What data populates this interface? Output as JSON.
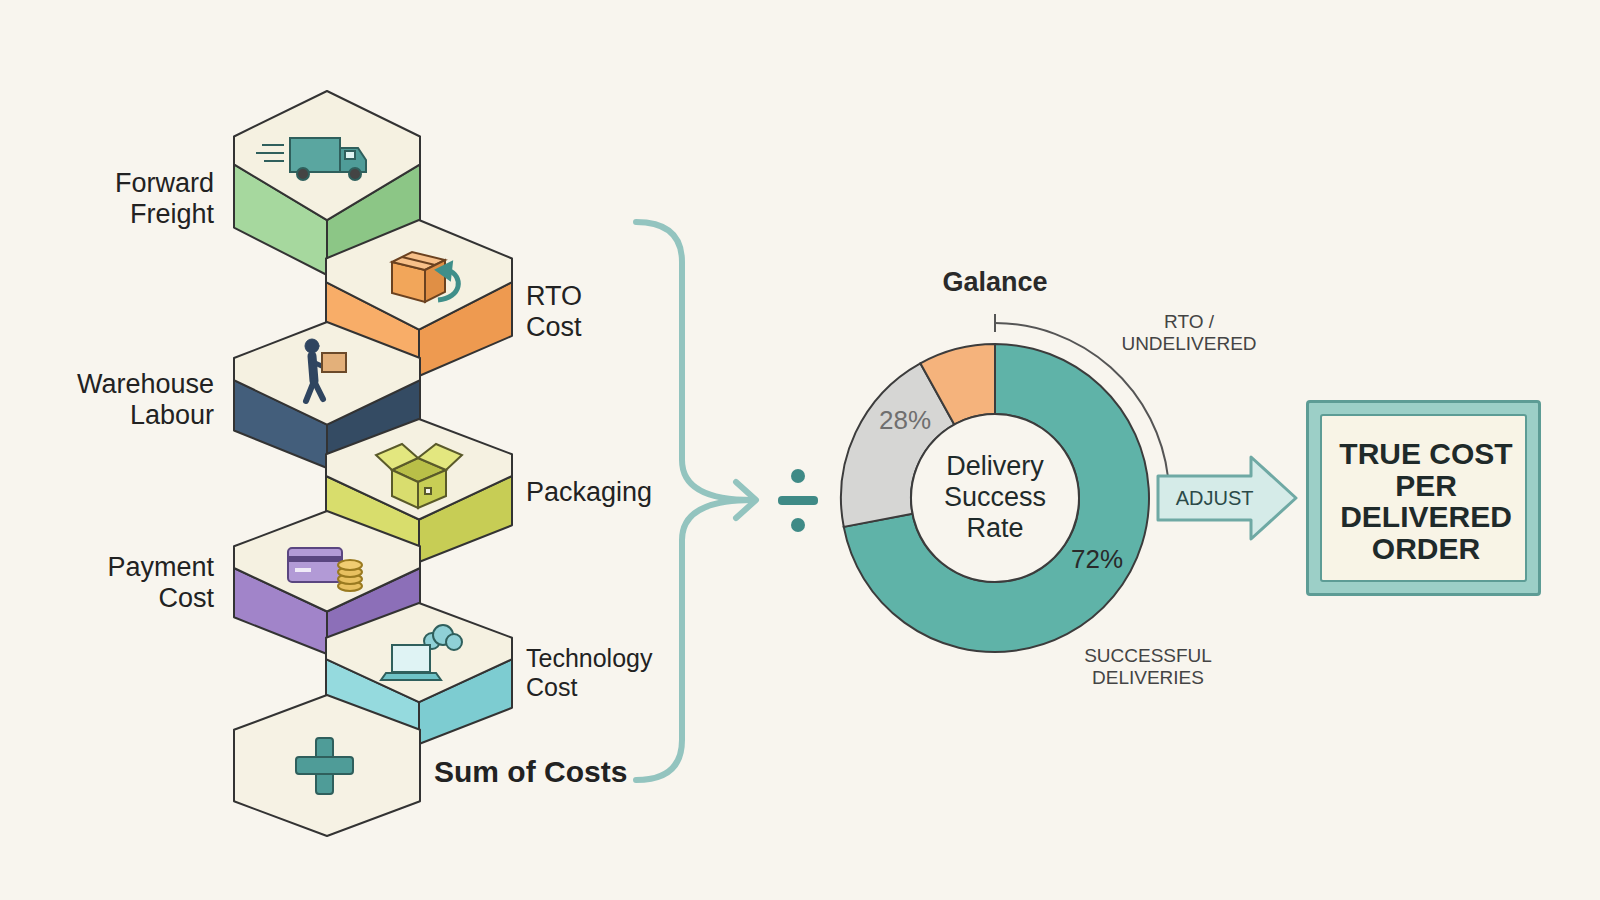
{
  "diagram": {
    "nodes": [
      {
        "text": [
          "Forward Freight"
        ]
      },
      {
        "text": [
          "RTO Cost"
        ]
      },
      {
        "text": [
          "Warehouse Labour"
        ]
      },
      {
        "text": [
          "Packaging"
        ]
      },
      {
        "text": [
          "Payment Cost"
        ]
      },
      {
        "text": [
          "Technology Cost"
        ]
      },
      {
        "text": [
          "Sum of Costs"
        ]
      },
      {
        "text": [
          "Delivery Success Rate"
        ]
      },
      {
        "text": [
          "TRUE COST PER DELIVERED ORDER"
        ]
      }
    ],
    "edges": [
      {
        "from": 7,
        "to": 8,
        "arrow": "to",
        "label": "ADJUST"
      }
    ],
    "labels": [
      "Galance",
      "RTO / UNDELIVERED",
      "28%",
      "72%",
      "SUCCESSFUL DELIVERIES"
    ]
  }
}
